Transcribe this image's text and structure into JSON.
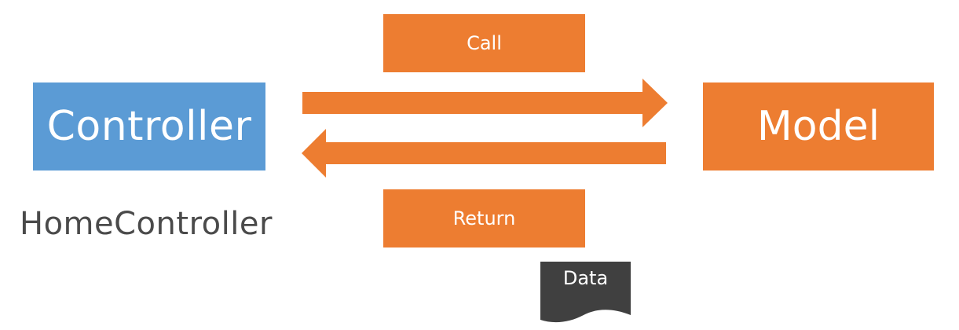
{
  "diagram": {
    "controller_label": "Controller",
    "model_label": "Model",
    "call_label": "Call",
    "return_label": "Return",
    "controller_name": "HomeController",
    "data_label": "Data"
  },
  "colors": {
    "controller": "#5b9bd5",
    "accent": "#ed7d31",
    "data_doc": "#404040",
    "caption_text": "#4a4a4a"
  },
  "icons": [
    "right-arrow",
    "left-arrow",
    "document-shape"
  ]
}
